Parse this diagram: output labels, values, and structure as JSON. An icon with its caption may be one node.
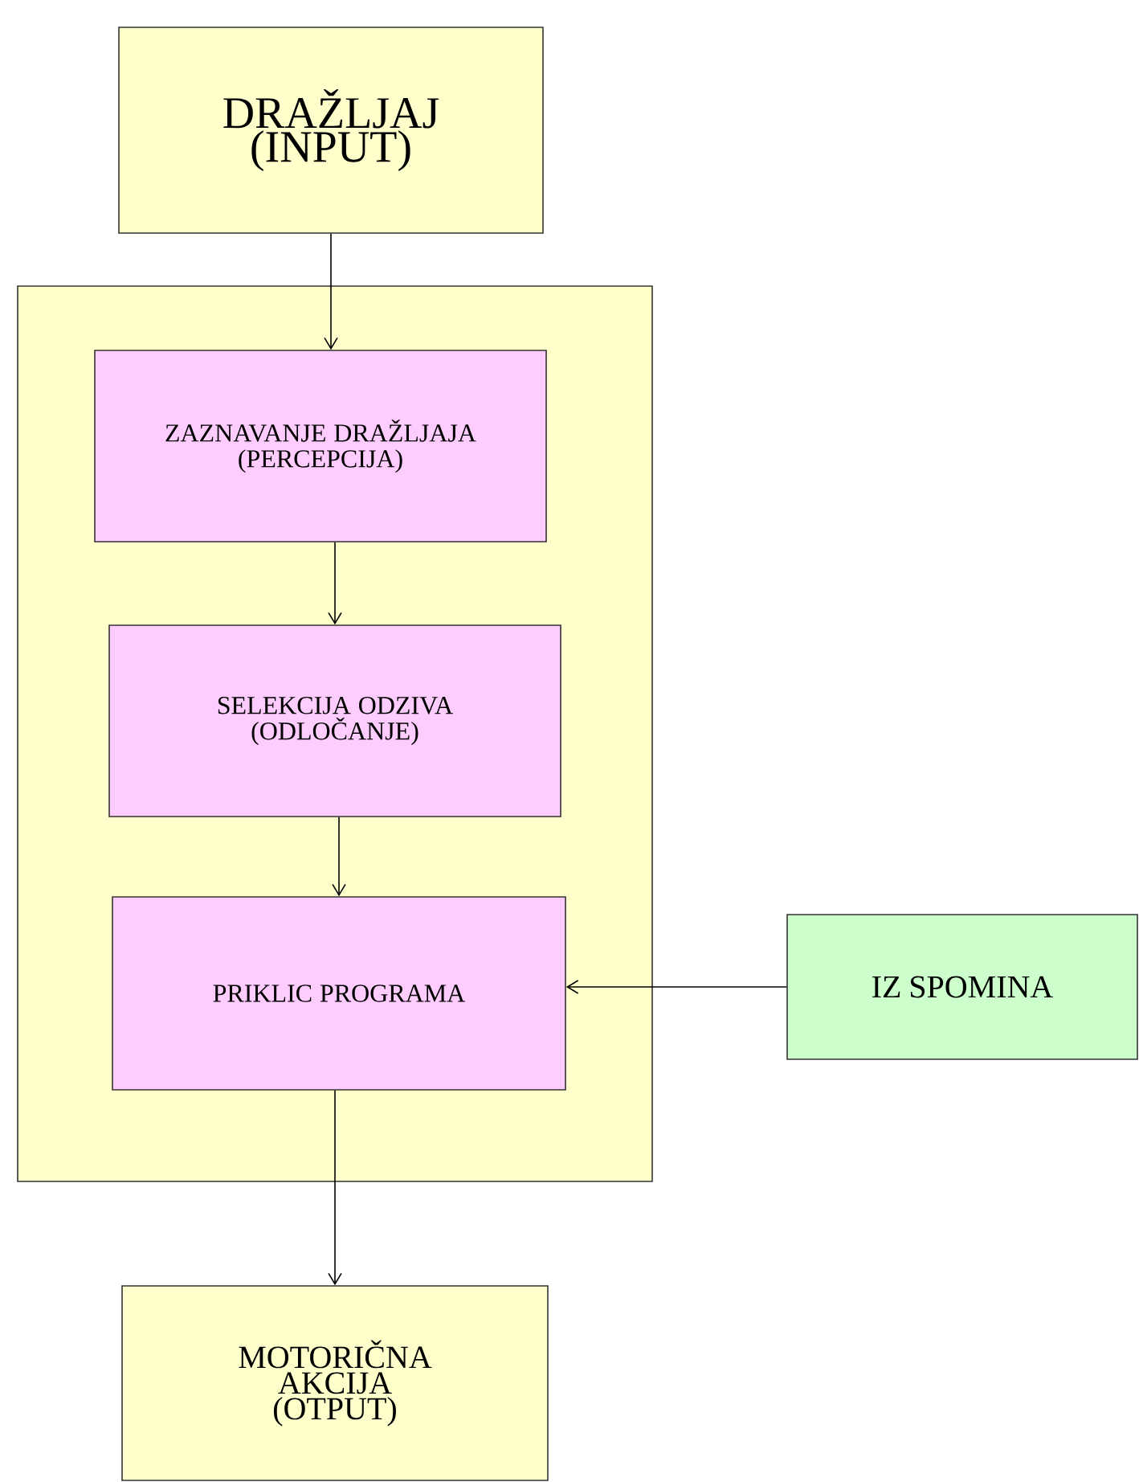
{
  "diagram": {
    "nodes": [
      {
        "text": [
          "DRAŽLJAJ (INPUT)"
        ]
      },
      {
        "text": [],
        "shape": "box"
      },
      {
        "text": [
          "ZAZNAVANJE DRAŽLJAJA (PERCEPCIJA)"
        ],
        "in": 1
      },
      {
        "text": [
          "SELEKCIJA ODZIVA (ODLOČANJE)"
        ],
        "in": 1
      },
      {
        "text": [
          "PRIKLIC PROGRAMA"
        ],
        "in": 1
      },
      {
        "text": [
          "IZ SPOMINA"
        ]
      },
      {
        "text": [
          "MOTORIČNA AKCIJA (OTPUT)"
        ]
      }
    ],
    "edges": [
      {
        "from": 0,
        "to": 2,
        "arrow": "to"
      },
      {
        "from": 2,
        "to": 3,
        "arrow": "to"
      },
      {
        "from": 3,
        "to": 4,
        "arrow": "to"
      },
      {
        "from": 5,
        "to": 4,
        "arrow": "to"
      },
      {
        "from": 4,
        "to": 6,
        "arrow": "to"
      }
    ]
  }
}
